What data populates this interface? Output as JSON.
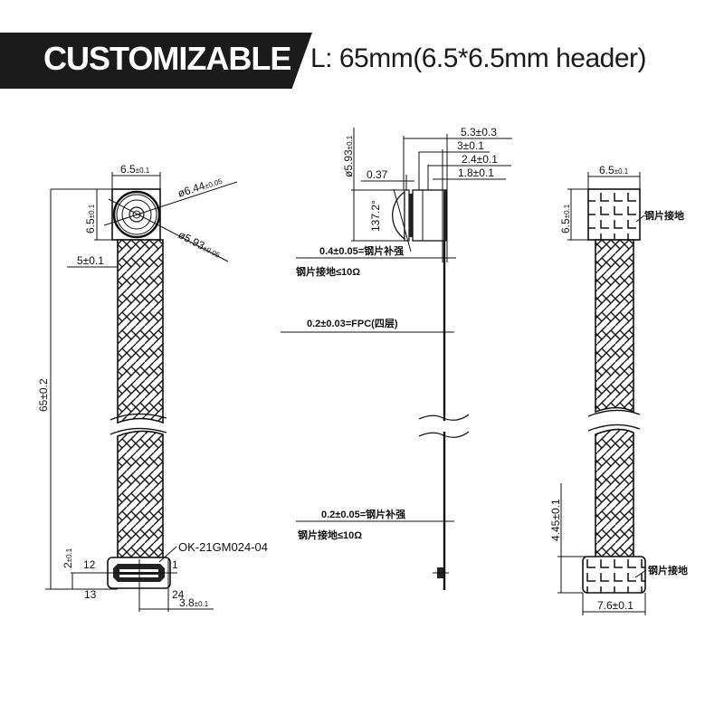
{
  "banner": {
    "title": "CUSTOMIZABLE",
    "subtitle": "L: 65mm(6.5*6.5mm header)",
    "bg_color": "#1b1b1b",
    "text_color": "#ffffff"
  },
  "front_view": {
    "header_width": "6.5",
    "header_width_tol": "±0.1",
    "header_height": "6.5",
    "header_height_tol": "±0.1",
    "outer_diameter": "ø6.44",
    "outer_diameter_tol": "±0.05",
    "inner_diameter": "ø5.93",
    "inner_diameter_tol": "±0.05",
    "cable_width": "5±0.1",
    "total_length": "65±0.2",
    "connector_height": "2",
    "connector_height_tol": "±0.1",
    "connector_part": "OK-21GM024-04",
    "pin_12": "12",
    "pin_1": "1",
    "pin_13": "13",
    "pin_24": "24",
    "connector_offset": "3.8",
    "connector_offset_tol": "±0.1"
  },
  "side_view": {
    "lens_diameter": "ø5.93",
    "lens_diameter_tol": "±0.1",
    "dim_5_3": "5.3±0.3",
    "dim_3": "3±0.1",
    "dim_2_4": "2.4±0.1",
    "dim_1_8": "1.8±0.1",
    "dim_0_37": "0.37",
    "fov_angle": "137.2°",
    "stiffener_top": "0.4±0.05=钢片补强",
    "ground_top": "钢片接地≤10Ω",
    "fpc_note": "0.2±0.03=FPC(四层)",
    "stiffener_bottom": "0.2±0.05=钢片补强",
    "ground_bottom": "钢片接地≤10Ω"
  },
  "back_view": {
    "header_width": "6.5",
    "header_width_tol": "±0.1",
    "header_height": "6.5",
    "header_height_tol": "±0.1",
    "ground_label_top": "钢片接地",
    "connector_length": "4.45±0.1",
    "ground_label_bottom": "钢片接地",
    "connector_width": "7.6±0.1"
  }
}
